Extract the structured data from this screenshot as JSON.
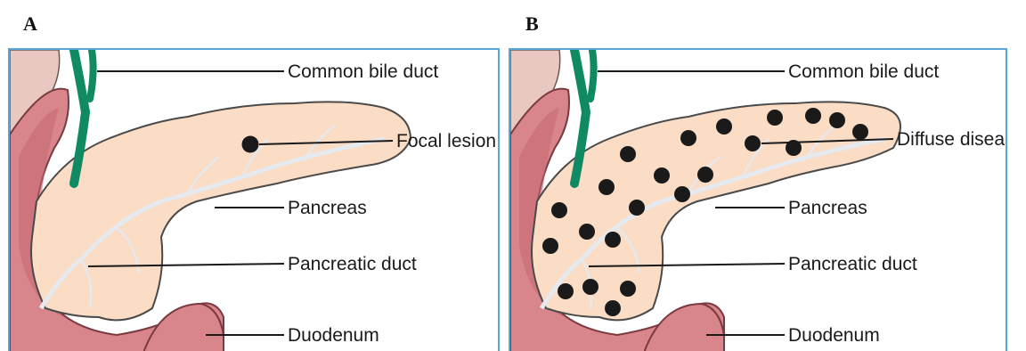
{
  "panels": {
    "a": {
      "letter": "A",
      "labels": {
        "common_bile_duct": "Common bile duct",
        "lesion": "Focal lesion",
        "pancreas": "Pancreas",
        "pancreatic_duct": "Pancreatic duct",
        "duodenum": "Duodenum"
      }
    },
    "b": {
      "letter": "B",
      "labels": {
        "common_bile_duct": "Common bile duct",
        "lesion": "Diffuse disease",
        "pancreas": "Pancreas",
        "pancreatic_duct": "Pancreatic duct",
        "duodenum": "Duodenum"
      }
    }
  },
  "colors": {
    "border": "#5aa7d6",
    "pancreas_fill": "#fbdcc4",
    "pancreas_outline": "#4a4a4a",
    "duct": "#e6e9ee",
    "bile_duct": "#0f8a62",
    "duodenum": "#d9858c",
    "lesion": "#1a1a1a"
  }
}
